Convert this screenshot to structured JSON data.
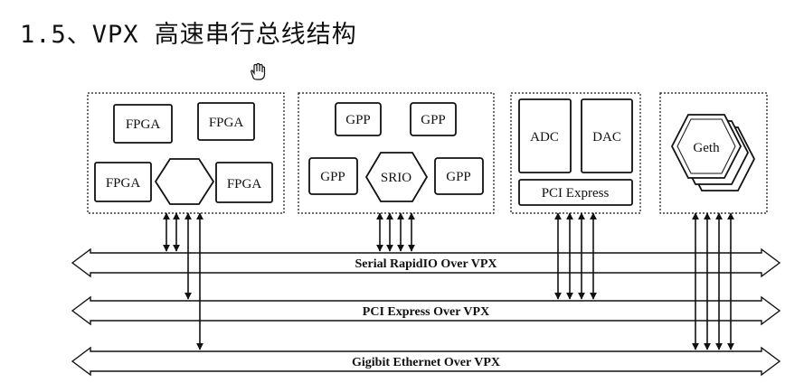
{
  "title": "1.5、VPX 高速串行总线结构",
  "modules": {
    "fpga_cluster": {
      "fpga": [
        "FPGA",
        "FPGA",
        "FPGA",
        "FPGA"
      ]
    },
    "gpp_cluster": {
      "gpp": [
        "GPP",
        "GPP",
        "GPP",
        "GPP"
      ],
      "switch": "SRIO"
    },
    "adc_dac": {
      "adc": "ADC",
      "dac": "DAC",
      "pci": "PCI Express"
    },
    "ethernet": {
      "geth": "Geth"
    }
  },
  "buses": {
    "srio": "Serial RapidIO Over VPX",
    "pcie": "PCI Express Over VPX",
    "geth": "Gigibit Ethernet Over VPX"
  },
  "colors": {
    "line": "#111111",
    "background": "#ffffff"
  }
}
